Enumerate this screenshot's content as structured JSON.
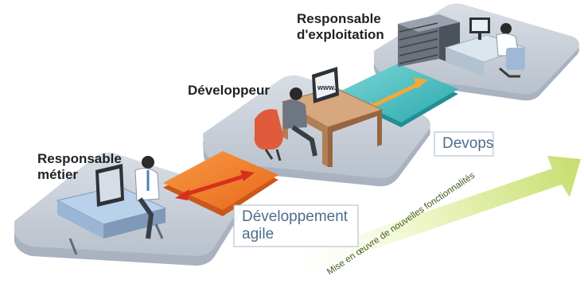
{
  "roles": {
    "business_owner": [
      "Responsable",
      "métier"
    ],
    "developer": "Développeur",
    "operations": [
      "Responsable",
      "d'exploitation"
    ]
  },
  "processes": {
    "agile": [
      "Développement",
      "agile"
    ],
    "devops": "Devops"
  },
  "progress_arrow_label": "Mise en œuvre de nouvelles fonctionnalités",
  "screen_text": "www.",
  "colors": {
    "platform": "#c5ccd6",
    "agile_tile": "#f0761e",
    "devops_tile": "#37b7b8",
    "agile_arrow": "#d8301f",
    "devops_arrow": "#f2a93a",
    "progress_arrow": "#d9ea9a",
    "box_label_text": "#4d6d8e"
  }
}
